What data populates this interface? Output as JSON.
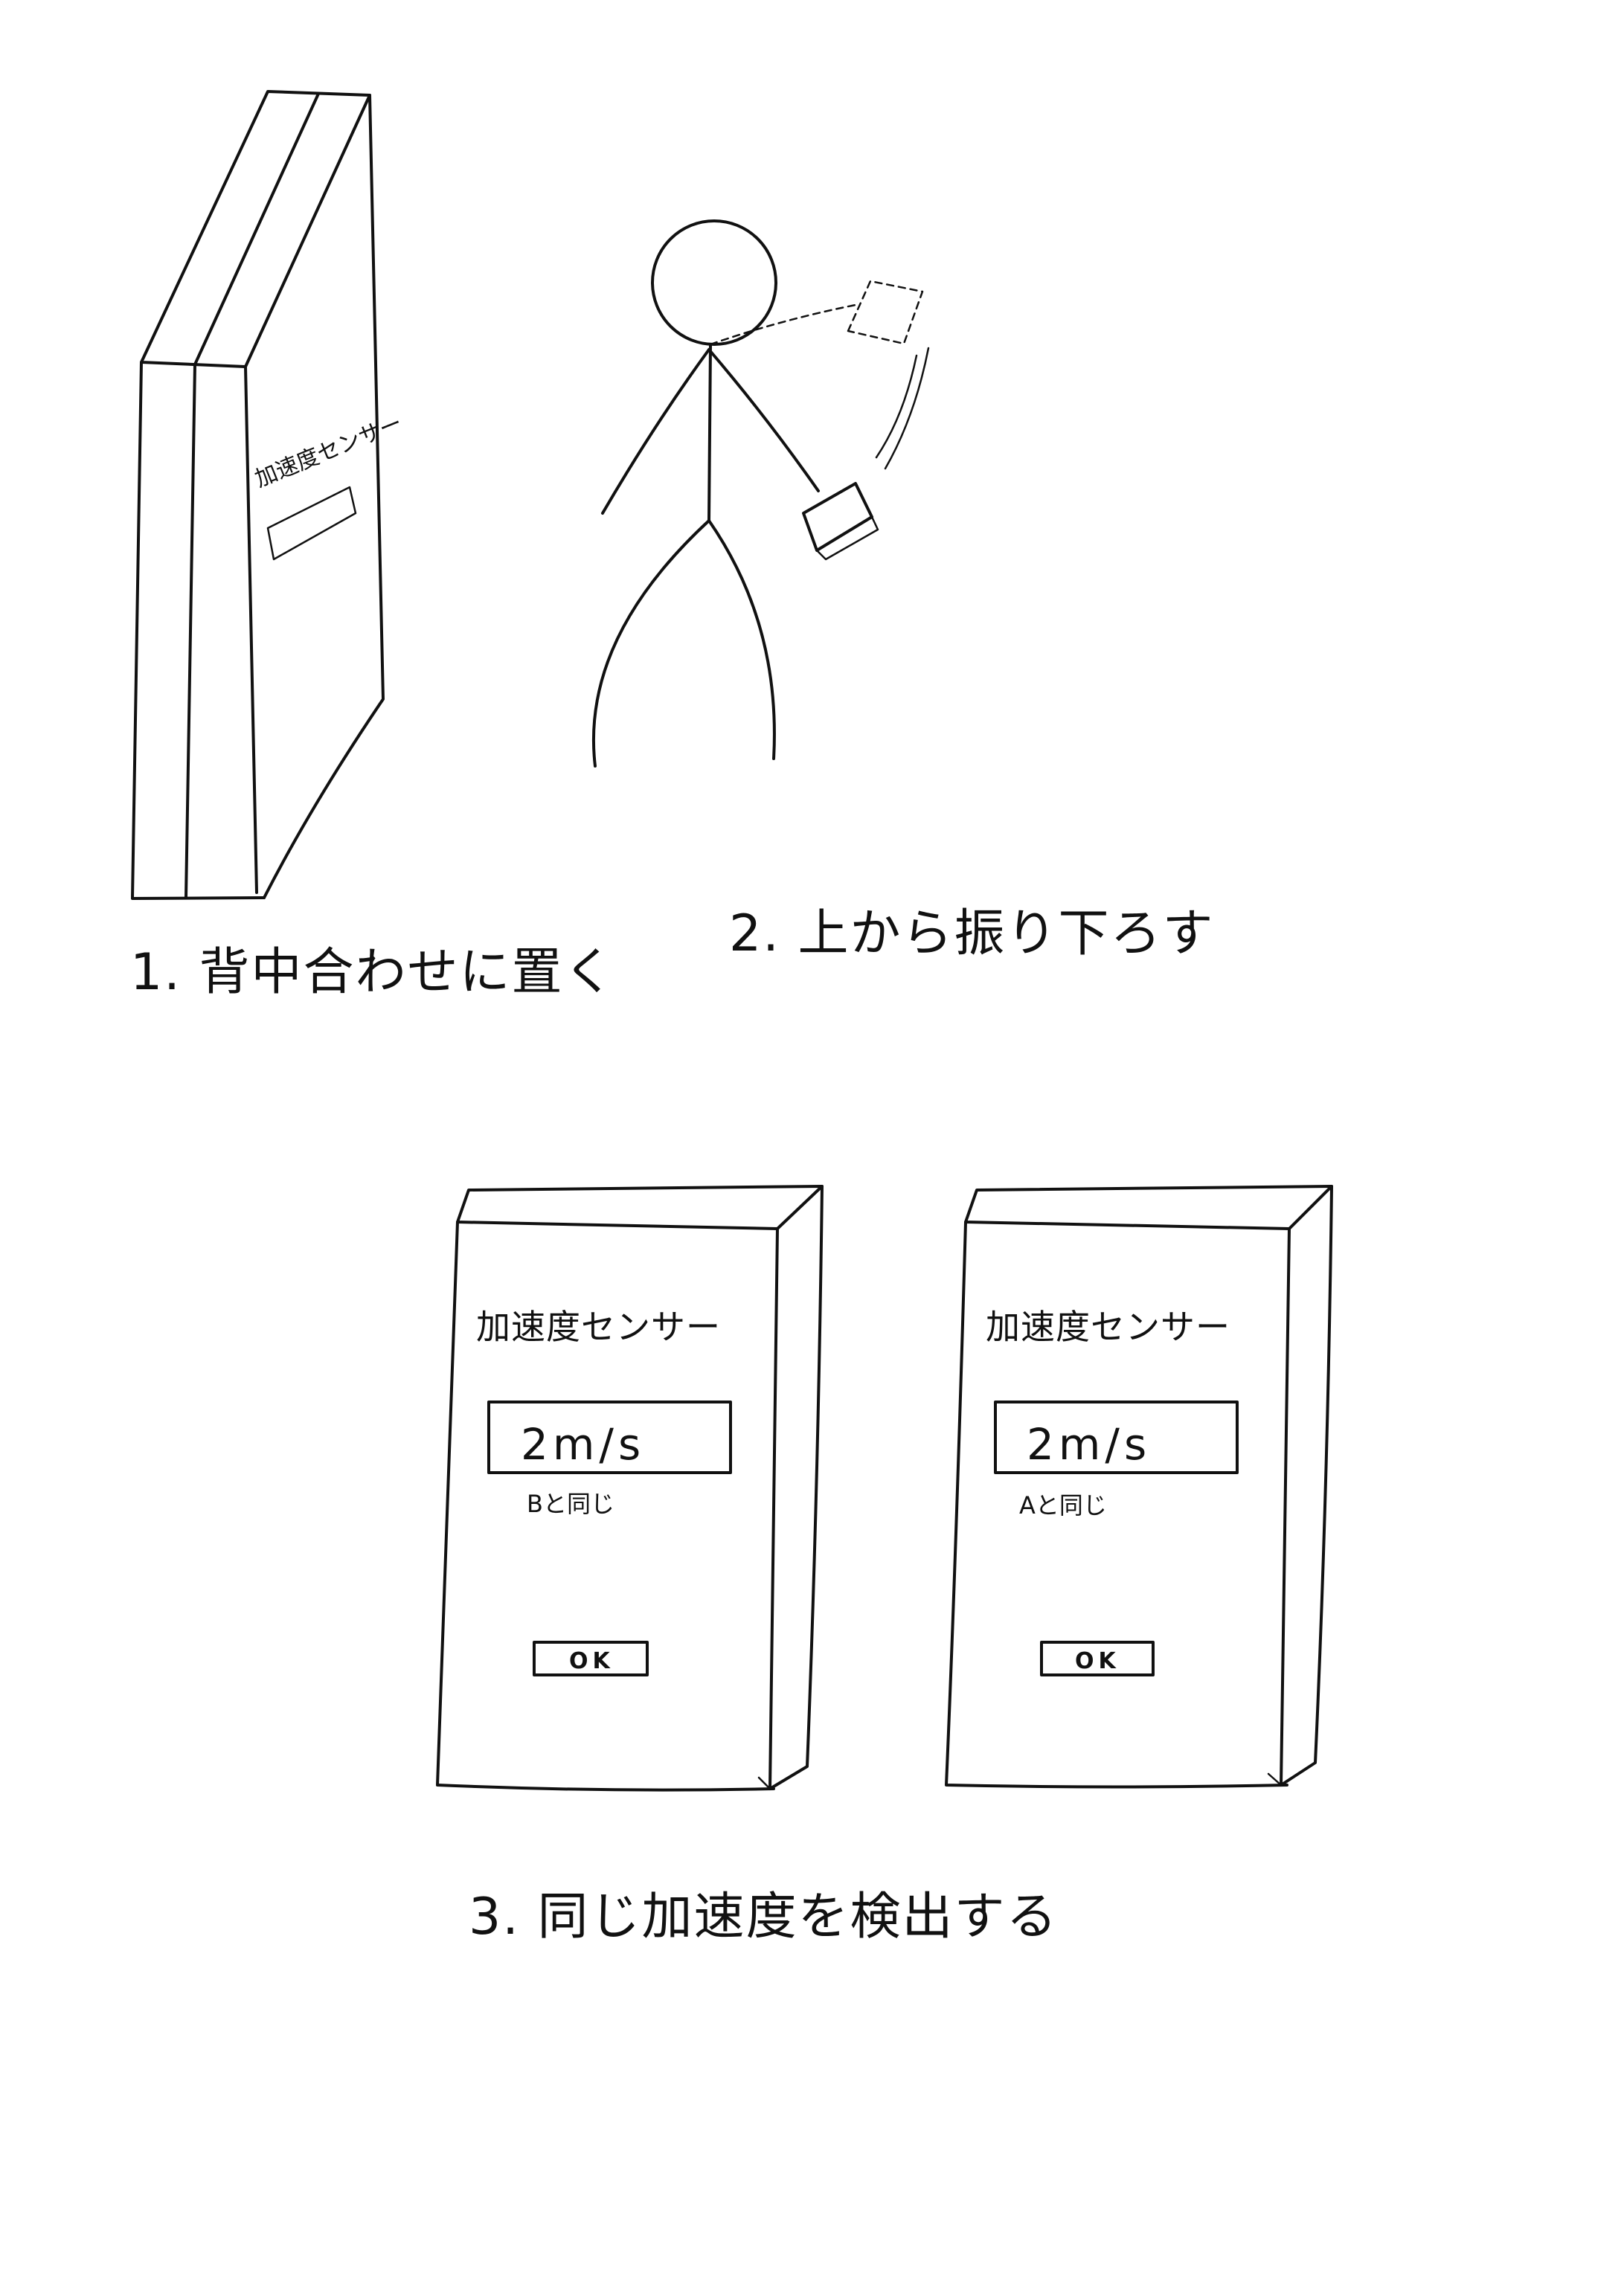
{
  "steps": [
    {
      "caption": "1. 背中合わせに置く"
    },
    {
      "caption": "2. 上から振り下ろす"
    },
    {
      "caption": "3. 同じ加速度を検出する"
    }
  ],
  "step1": {
    "sensor_label": "加速度センサー"
  },
  "devices": [
    {
      "title": "加速度センサー",
      "value": "2m/s",
      "note": "Bと同じ",
      "ok_label": "OK"
    },
    {
      "title": "加速度センサー",
      "value": "2m/s",
      "note": "Aと同じ",
      "ok_label": "OK"
    }
  ]
}
